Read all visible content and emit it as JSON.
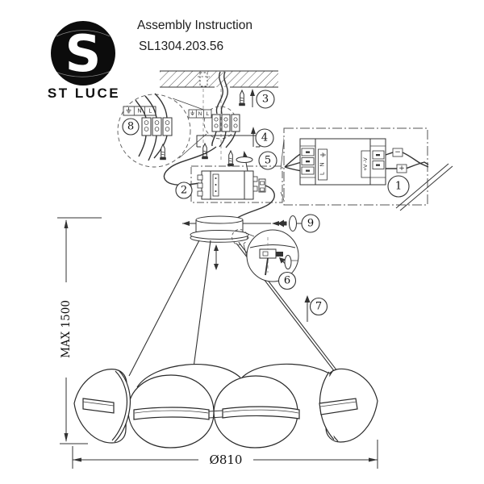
{
  "brand": {
    "name": "ST LUCE",
    "initial": "S"
  },
  "header": {
    "title": "Assembly Instruction",
    "model": "SL1304.203.56"
  },
  "callouts": {
    "c1": "1",
    "c2": "2",
    "c3": "3",
    "c4": "4",
    "c5": "5",
    "c6": "6",
    "c7": "7",
    "c8": "8",
    "c9": "9"
  },
  "labels": {
    "neutral": "N",
    "live": "L",
    "output": "+V -V",
    "wire_minus": "−",
    "wire_plus": "+"
  },
  "dimensions": {
    "max_height": "MAX 1500",
    "diameter": "Ø810"
  }
}
